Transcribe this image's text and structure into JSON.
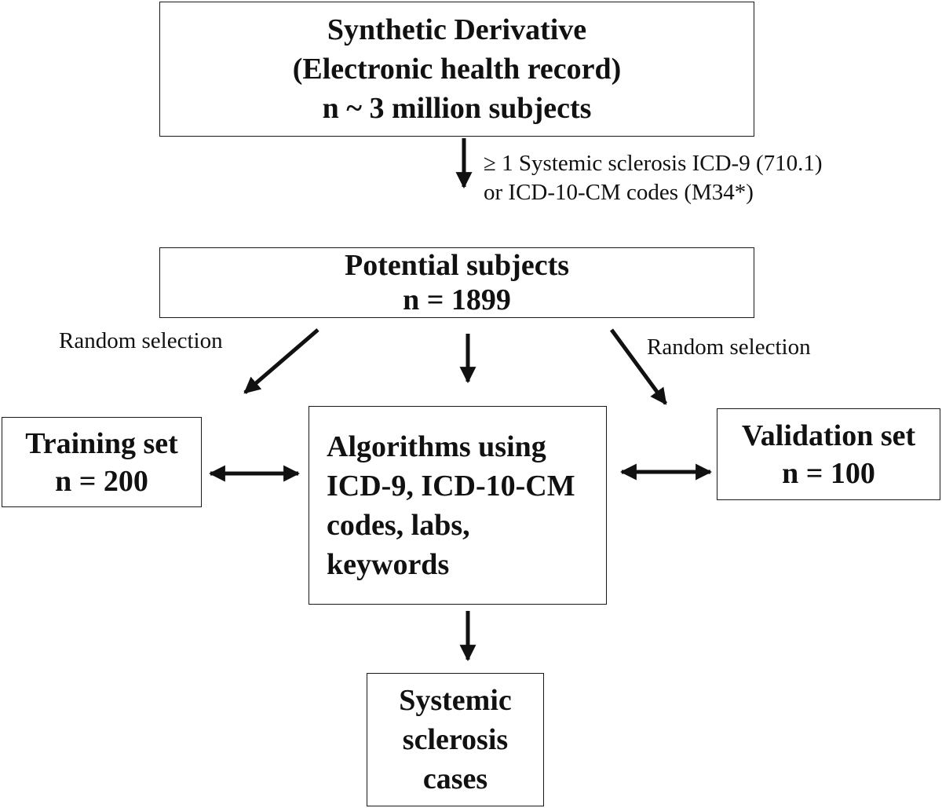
{
  "source_box": {
    "line1": "Synthetic Derivative",
    "line2": "(Electronic health record)",
    "line3": "n ~ 3 million subjects"
  },
  "criteria": {
    "line1": "≥ 1 Systemic sclerosis ICD-9 (710.1)",
    "line2": "or ICD-10-CM codes (M34*)"
  },
  "potential_box": {
    "line1": "Potential subjects",
    "line2": "n = 1899"
  },
  "left_label": "Random selection",
  "right_label": "Random selection",
  "training_box": {
    "line1": "Training set",
    "line2": "n = 200"
  },
  "algorithm_box": {
    "line1": "Algorithms using",
    "line2": "ICD-9, ICD-10-CM",
    "line3": "codes, labs,",
    "line4": "keywords"
  },
  "validation_box": {
    "line1": "Validation set",
    "line2": "n = 100"
  },
  "cases_box": {
    "line1": "Systemic",
    "line2": "sclerosis",
    "line3": "cases"
  }
}
